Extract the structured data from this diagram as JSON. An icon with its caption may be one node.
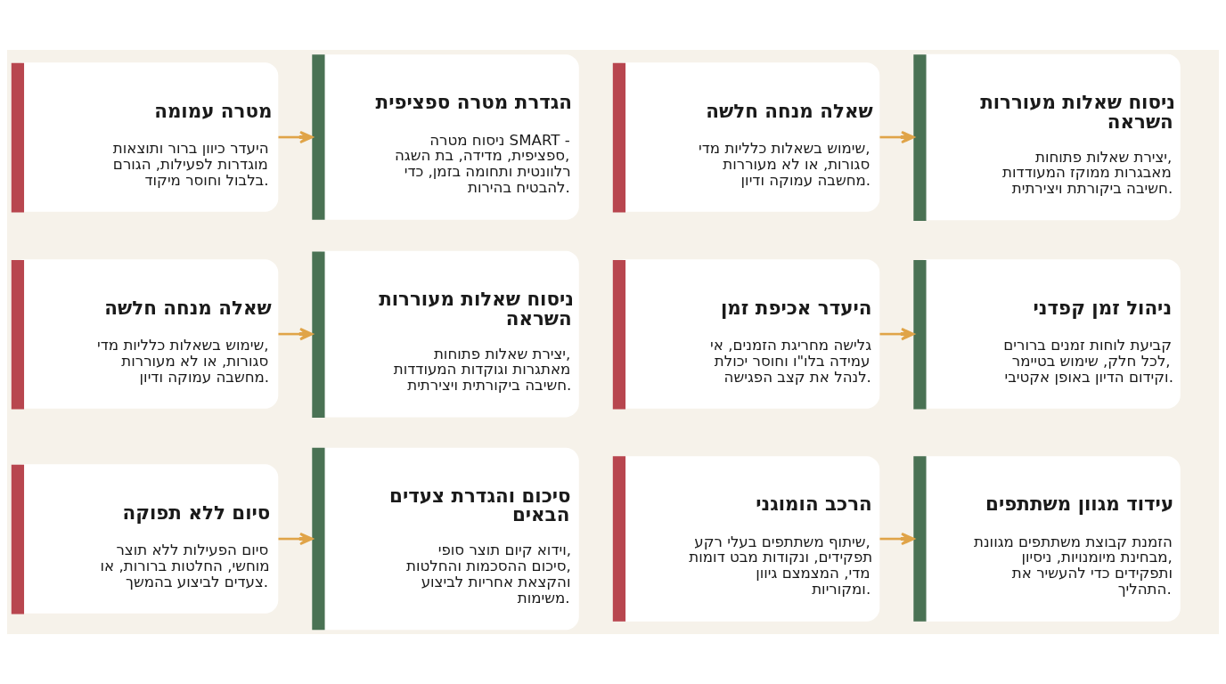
{
  "diagram": {
    "nodes": [
      {
        "text": [
          "מטרה עמומה",
          "היעדר כיוון ברור ותוצאות מוגדרות לפעילות, הגורם בלבול וחוסר מיקוד."
        ]
      },
      {
        "text": [
          "הגדרת מטרה ספציפית",
          "ניסוח מטרה SMART - ספציפית, מדידה, בת השגה, רלוונטית ותחומה בזמן, כדי להבטיח בהירות."
        ]
      },
      {
        "text": [
          "שאלה מנחה חלשה",
          "שימוש בשאלות כלליות מדי, סגורות, או לא מעוררות מחשבה עמוקה ודיון."
        ]
      },
      {
        "text": [
          "ניסוח שאלות מעוררות השראה",
          "יצירת שאלות פתוחות, מאבגרות ממוקז המעודדות חשיבה ביקורתת ויצירתית."
        ]
      },
      {
        "text": [
          "שאלה מנחה חלשה",
          "שימוש בשאלות כלליות מדי, סגורות, או לא מעוררות מחשבה עמוקה ודיון."
        ]
      },
      {
        "text": [
          "ניסוח שאלות מעוררות השראה",
          "יצירת שאלות פתוחות, מאתגרות וגוקדות המעודדות חשיבה ביקורתית ויצירתית."
        ]
      },
      {
        "text": [
          "היעדר אכיפת זמן",
          "גלישה מחריגת הזמנים, אי עמידה בלו\"ו וחוסר יכולת לנהל את קצב הפגישה."
        ]
      },
      {
        "text": [
          "ניהול זמן קפדני",
          "קביעת לוחות זמנים ברורים לכל חלק, שימוש בטיימר, וקידום הדיון באופן אקטיבי."
        ]
      },
      {
        "text": [
          "סיום ללא תפוקה",
          "סיום הפעילות ללא תוצר מוחשי, החלטות ברורות, או צעדים לביצוע בהמשך."
        ]
      },
      {
        "text": [
          "סיכום והגדרת צעדים הבאים",
          "וידוא קיום תוצר סופי, סיכום ההסכמות והחלטות, והקצאת אחריות לביצוע משימות."
        ]
      },
      {
        "text": [
          "הרכב הומוגני",
          "שיתוף משתתפים בעלי רקע, תפקידים, ונקודות מבט דומות מדי, המצמצם גיוון ומקוריות."
        ]
      },
      {
        "text": [
          "עידוד מגוון משתתפים",
          "הזמנת קבוצת משתתפים מגוונת מבחינת מיומנויות, ניסיון, ותפקידים כדי להעשיר את התהליך."
        ]
      }
    ],
    "edges": [
      {
        "from": 0,
        "to": 1,
        "arrow": "to"
      },
      {
        "from": 2,
        "to": 3,
        "arrow": "to"
      },
      {
        "from": 4,
        "to": 5,
        "arrow": "to"
      },
      {
        "from": 6,
        "to": 7,
        "arrow": "to"
      },
      {
        "from": 8,
        "to": 9,
        "arrow": "to"
      },
      {
        "from": 10,
        "to": 11,
        "arrow": "to"
      }
    ]
  }
}
